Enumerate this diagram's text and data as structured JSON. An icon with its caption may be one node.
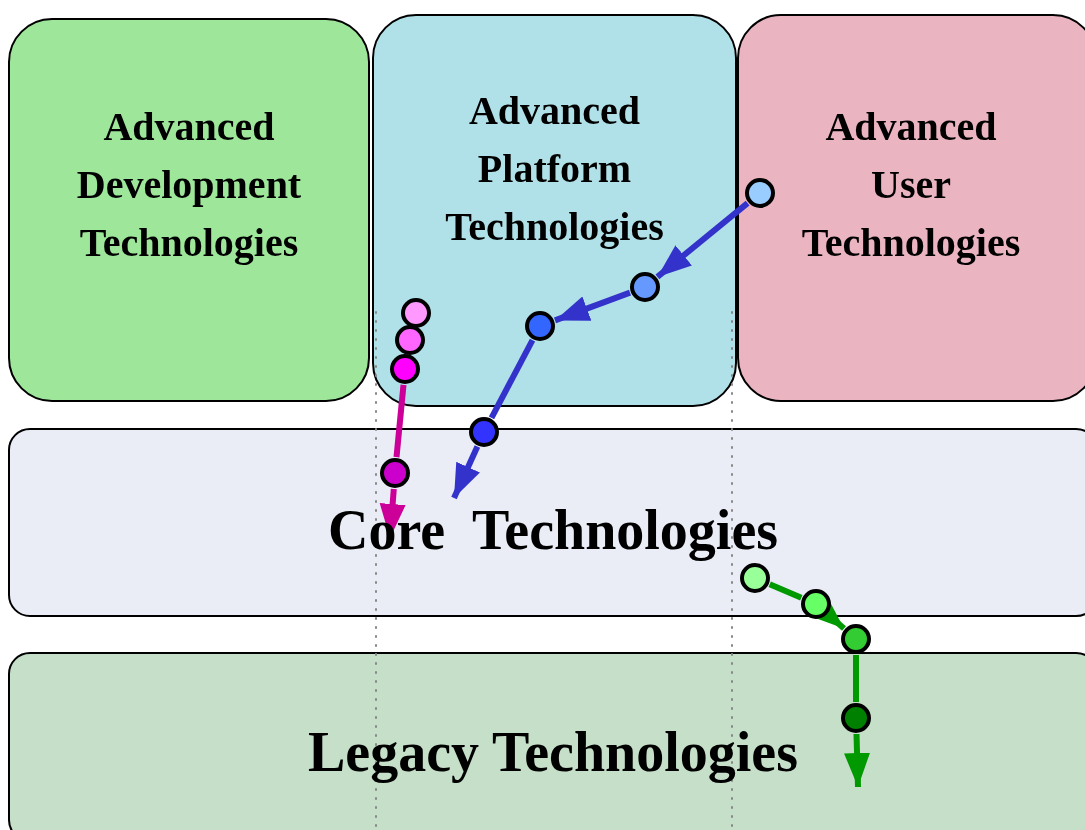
{
  "diagram": {
    "nodes": [
      {
        "text": [
          "Advanced Development Technologies"
        ]
      },
      {
        "text": [
          "Advanced Platform Technologies"
        ]
      },
      {
        "text": [
          "Advanced User Technologies"
        ]
      },
      {
        "text": [
          "Core  Technologies"
        ]
      },
      {
        "text": [
          "Legacy Technologies"
        ]
      },
      {
        "text": [],
        "shape": "circle",
        "in": 2
      },
      {
        "text": [],
        "shape": "circle",
        "in": 1
      },
      {
        "text": [],
        "shape": "circle",
        "in": 1
      },
      {
        "text": [],
        "shape": "circle",
        "in": 1
      },
      {
        "text": [],
        "shape": "circle",
        "in": 1
      },
      {
        "text": [],
        "shape": "circle",
        "in": 1
      },
      {
        "text": [],
        "shape": "circle"
      },
      {
        "text": [],
        "shape": "circle",
        "in": 3
      },
      {
        "text": [],
        "shape": "circle",
        "in": 3
      },
      {
        "text": [],
        "shape": "circle",
        "in": 3
      },
      {
        "text": [],
        "shape": "circle"
      },
      {
        "text": [],
        "shape": "circle",
        "in": 4
      }
    ],
    "edges": [
      {
        "from": 5,
        "to": 6,
        "arrow": "to",
        "color": "#3333cc"
      },
      {
        "from": 6,
        "to": 7,
        "arrow": "to",
        "color": "#3333cc"
      },
      {
        "from": 7,
        "to": 11,
        "arrow": "none",
        "color": "#3333cc"
      },
      {
        "from": 11,
        "to": null,
        "arrow": "to",
        "color": "#3333cc"
      },
      {
        "from": 10,
        "to": 12,
        "arrow": "none",
        "color": "#cc0099"
      },
      {
        "from": 12,
        "to": null,
        "arrow": "to",
        "color": "#cc0099"
      },
      {
        "from": 13,
        "to": 14,
        "arrow": "none",
        "color": "#009900"
      },
      {
        "from": 14,
        "to": 15,
        "arrow": "to",
        "color": "#009900"
      },
      {
        "from": 15,
        "to": 16,
        "arrow": "none",
        "color": "#009900"
      },
      {
        "from": 16,
        "to": null,
        "arrow": "to",
        "color": "#009900"
      }
    ]
  }
}
